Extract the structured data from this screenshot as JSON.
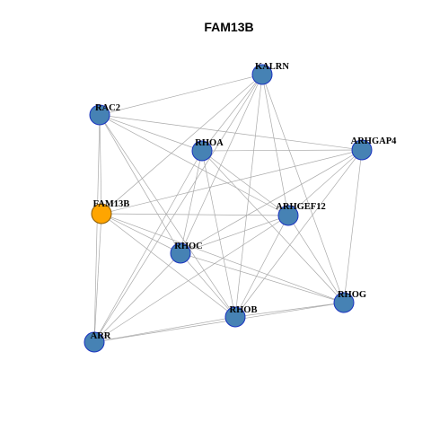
{
  "title": "FAM13B",
  "colors": {
    "background": "#ffffff",
    "edge": "#aaaaaa",
    "node_fill": "#4682b4",
    "node_stroke": "#1a33c0",
    "focus_fill": "#ffa500",
    "focus_stroke": "#8a5a00"
  },
  "nodes": [
    {
      "id": "KALRN",
      "label": "KALRN",
      "focus": false
    },
    {
      "id": "RAC2",
      "label": "RAC2",
      "focus": false
    },
    {
      "id": "RHOA",
      "label": "RHOA",
      "focus": false
    },
    {
      "id": "ARHGAP4",
      "label": "ARHGAP4",
      "focus": false
    },
    {
      "id": "FAM13B",
      "label": "FAM13B",
      "focus": true
    },
    {
      "id": "ARHGEF12",
      "label": "ARHGEF12",
      "focus": false
    },
    {
      "id": "RHOC",
      "label": "RHOC",
      "focus": false
    },
    {
      "id": "RHOG",
      "label": "RHOG",
      "focus": false
    },
    {
      "id": "RHOB",
      "label": "RHOB",
      "focus": false
    },
    {
      "id": "ARR",
      "label": "ARR",
      "focus": false
    }
  ],
  "edges": [
    [
      "KALRN",
      "RAC2"
    ],
    [
      "KALRN",
      "RHOA"
    ],
    [
      "KALRN",
      "FAM13B"
    ],
    [
      "KALRN",
      "ARHGEF12"
    ],
    [
      "KALRN",
      "RHOC"
    ],
    [
      "KALRN",
      "RHOB"
    ],
    [
      "KALRN",
      "RHOG"
    ],
    [
      "KALRN",
      "ARR"
    ],
    [
      "RAC2",
      "RHOA"
    ],
    [
      "RAC2",
      "ARHGAP4"
    ],
    [
      "RAC2",
      "FAM13B"
    ],
    [
      "RAC2",
      "ARHGEF12"
    ],
    [
      "RAC2",
      "RHOC"
    ],
    [
      "RAC2",
      "RHOB"
    ],
    [
      "RAC2",
      "ARR"
    ],
    [
      "RHOA",
      "ARHGAP4"
    ],
    [
      "RHOA",
      "ARHGEF12"
    ],
    [
      "RHOA",
      "RHOC"
    ],
    [
      "RHOA",
      "RHOB"
    ],
    [
      "RHOA",
      "RHOG"
    ],
    [
      "RHOA",
      "ARR"
    ],
    [
      "ARHGAP4",
      "FAM13B"
    ],
    [
      "ARHGAP4",
      "ARHGEF12"
    ],
    [
      "ARHGAP4",
      "RHOC"
    ],
    [
      "ARHGAP4",
      "RHOB"
    ],
    [
      "ARHGAP4",
      "RHOG"
    ],
    [
      "FAM13B",
      "ARHGEF12"
    ],
    [
      "FAM13B",
      "RHOC"
    ],
    [
      "FAM13B",
      "RHOB"
    ],
    [
      "FAM13B",
      "RHOG"
    ],
    [
      "FAM13B",
      "ARR"
    ],
    [
      "ARHGEF12",
      "RHOC"
    ],
    [
      "ARHGEF12",
      "RHOB"
    ],
    [
      "ARHGEF12",
      "RHOG"
    ],
    [
      "ARHGEF12",
      "ARR"
    ],
    [
      "RHOC",
      "RHOB"
    ],
    [
      "RHOC",
      "RHOG"
    ],
    [
      "RHOC",
      "ARR"
    ],
    [
      "RHOB",
      "RHOG"
    ],
    [
      "RHOB",
      "ARR"
    ],
    [
      "RHOG",
      "ARR"
    ]
  ]
}
